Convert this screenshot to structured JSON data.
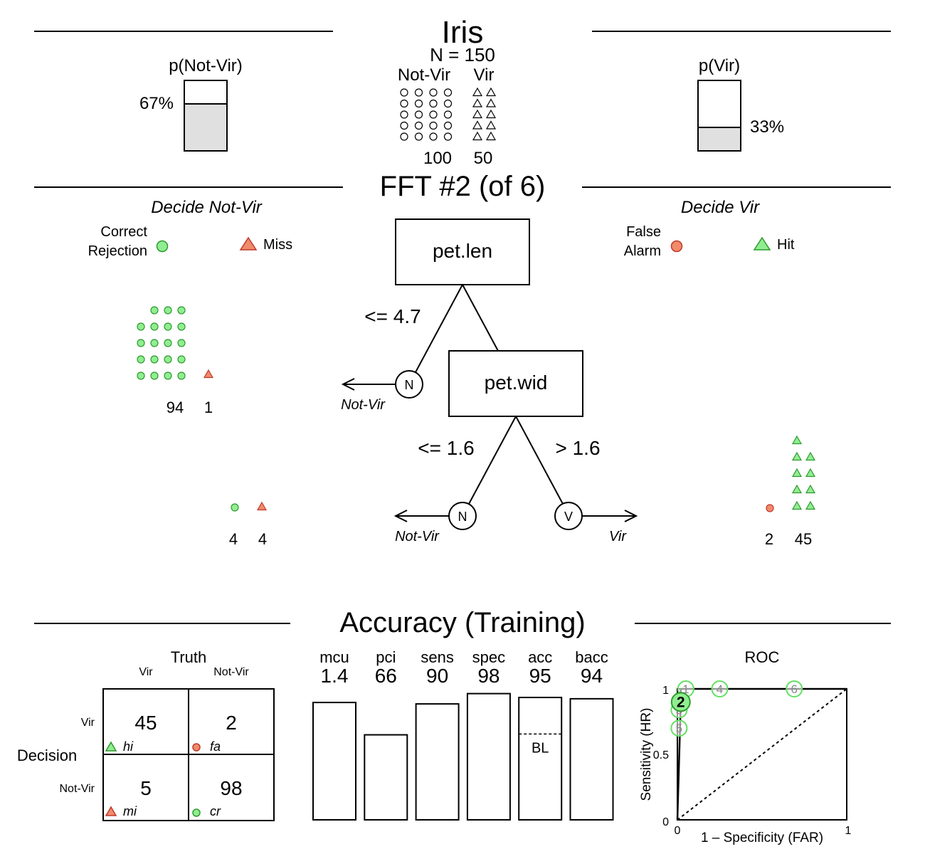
{
  "title": "Iris",
  "sample": {
    "n_label": "N = 150",
    "classes": [
      {
        "name": "Not-Vir",
        "count": "100",
        "shape": "circle"
      },
      {
        "name": "Vir",
        "count": "50",
        "shape": "triangle"
      }
    ]
  },
  "prior_left": {
    "label": "p(Not-Vir)",
    "pct_label": "67%",
    "fraction": 0.667
  },
  "prior_right": {
    "label": "p(Vir)",
    "pct_label": "33%",
    "fraction": 0.333
  },
  "tree": {
    "title": "FFT #2 (of 6)",
    "decide_left": "Decide Not-Vir",
    "decide_right": "Decide Vir",
    "legend": {
      "correct_rejection": [
        "Correct",
        "Rejection"
      ],
      "miss": "Miss",
      "false_alarm": [
        "False",
        "Alarm"
      ],
      "hit": "Hit"
    },
    "nodes": [
      {
        "cue": "pet.len",
        "exit_threshold": "<= 4.7",
        "exit_letter": "N",
        "exit_label": "Not-Vir"
      },
      {
        "cue": "pet.wid",
        "exit_threshold": "<= 1.6",
        "exit_letter": "N",
        "exit_label": "Not-Vir",
        "exit2_threshold": "> 1.6",
        "exit2_letter": "V",
        "exit2_label": "Vir"
      }
    ],
    "level_counts": [
      {
        "left_cr": "94",
        "left_miss": "1"
      },
      {
        "left_cr": "4",
        "left_miss": "4",
        "right_fa": "2",
        "right_hit": "45"
      }
    ]
  },
  "accuracy": {
    "title": "Accuracy (Training)",
    "confusion": {
      "truth_label": "Truth",
      "decision_label": "Decision",
      "col_labels": [
        "Vir",
        "Not-Vir"
      ],
      "row_labels": [
        "Vir",
        "Not-Vir"
      ],
      "cells": [
        {
          "value": "45",
          "code": "hi"
        },
        {
          "value": "2",
          "code": "fa"
        },
        {
          "value": "5",
          "code": "mi"
        },
        {
          "value": "98",
          "code": "cr"
        }
      ]
    },
    "bars": [
      {
        "label": "mcu",
        "value": 1.4,
        "display": "1.4"
      },
      {
        "label": "pci",
        "value": 66,
        "display": "66"
      },
      {
        "label": "sens",
        "value": 90,
        "display": "90"
      },
      {
        "label": "spec",
        "value": 98,
        "display": "98"
      },
      {
        "label": "acc",
        "value": 95,
        "display": "95",
        "baseline_label": "BL"
      },
      {
        "label": "bacc",
        "value": 94,
        "display": "94"
      }
    ],
    "roc": {
      "title": "ROC",
      "xlabel": "1 – Specificity (FAR)",
      "ylabel": "Sensitivity (HR)",
      "x_ticks": [
        "0",
        "1"
      ],
      "y_ticks": [
        "0",
        "0.5",
        "1"
      ]
    }
  },
  "chart_data": [
    {
      "type": "bar",
      "categories": [
        "mcu",
        "pci",
        "sens",
        "spec",
        "acc",
        "bacc"
      ],
      "values": [
        1.4,
        66,
        90,
        98,
        95,
        94
      ],
      "title": "Accuracy (Training)",
      "ylim": [
        0,
        100
      ]
    },
    {
      "type": "scatter",
      "title": "ROC",
      "xlabel": "1 – Specificity (FAR)",
      "ylabel": "Sensitivity (HR)",
      "xlim": [
        0,
        1
      ],
      "ylim": [
        0,
        1
      ],
      "series": [
        {
          "points": [
            {
              "label": "1",
              "x": 0.05,
              "y": 1.0
            },
            {
              "label": "2",
              "x": 0.02,
              "y": 0.9
            },
            {
              "label": "3",
              "x": 0.01,
              "y": 0.84
            },
            {
              "label": "4",
              "x": 0.25,
              "y": 1.0
            },
            {
              "label": "5",
              "x": 0.01,
              "y": 0.7
            },
            {
              "label": "6",
              "x": 0.69,
              "y": 1.0
            }
          ]
        }
      ],
      "highlight": "2"
    }
  ]
}
